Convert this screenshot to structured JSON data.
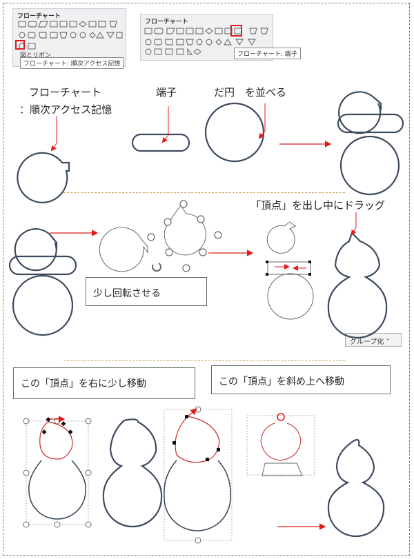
{
  "ribbon_left": {
    "header": "フローチャート",
    "section2": "図とリボン",
    "tooltip": "フローチャート: 順次アクセス記憶"
  },
  "ribbon_right": {
    "header": "フローチャート",
    "tooltip": "フローチャート: 端子"
  },
  "labels": {
    "flowchart_line1": "フローチャート",
    "flowchart_line2": "：順次アクセス記憶",
    "terminal": "端子",
    "ellipse": "だ円　を並べる",
    "vertex_drag": "「頂点」を出し中にドラッグ",
    "rotate": "少し回転させる",
    "move_right": "この「頂点」を右に少し移動",
    "move_diag": "この「頂点」を斜め上へ移動",
    "group_button": "グループ化 ˅"
  },
  "colors": {
    "shape_stroke": "#3c4a5e",
    "arrow": "#e11b1b",
    "handle_fill": "#ffffff"
  }
}
